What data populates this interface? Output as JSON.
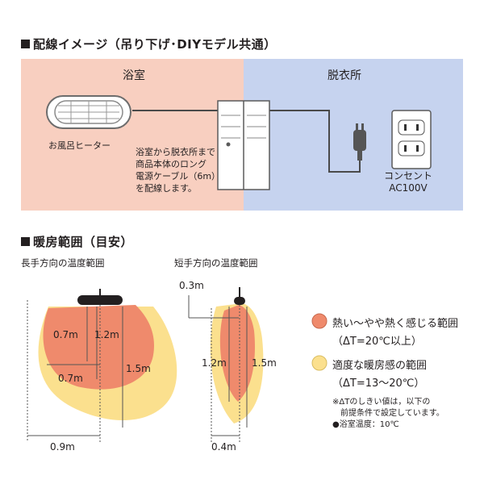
{
  "section_wiring": {
    "title": "配線イメージ（吊り下げ･DIYモデル共通）",
    "bathroom_label": "浴室",
    "dressing_label": "脱衣所",
    "heater_label": "お風呂ヒーター",
    "cable_note": [
      "浴室から脱衣所まで",
      "商品本体のロング",
      "電源ケーブル（6m）",
      "を配線します。"
    ],
    "outlet_label": [
      "コンセント",
      "AC100V"
    ]
  },
  "section_heating": {
    "title": "暖房範囲（目安）",
    "long_caption": "長手方向の温度範囲",
    "short_caption": "短手方向の温度範囲",
    "long_dims": {
      "inner_width": "0.7m",
      "inner_height": "0.7m",
      "mid_height": "1.2m",
      "outer_height": "1.5m",
      "outer_width": "0.9m"
    },
    "short_dims": {
      "top_offset": "0.3m",
      "mid_height": "1.2m",
      "outer_height": "1.5m",
      "outer_width": "0.4m"
    },
    "legend": {
      "hot_label": "熱い～やや熱く感じる範囲",
      "hot_range": "（ΔT=20℃以上）",
      "warm_label": "適度な暖房感の範囲",
      "warm_range": "（ΔT=13～20℃）",
      "hot_color": "#ef8a6c",
      "warm_color": "#fbe08e"
    },
    "notes": [
      "※ΔTのしきい値は，以下の",
      "前提条件で設定しています。",
      "●浴室温度：10℃"
    ]
  }
}
